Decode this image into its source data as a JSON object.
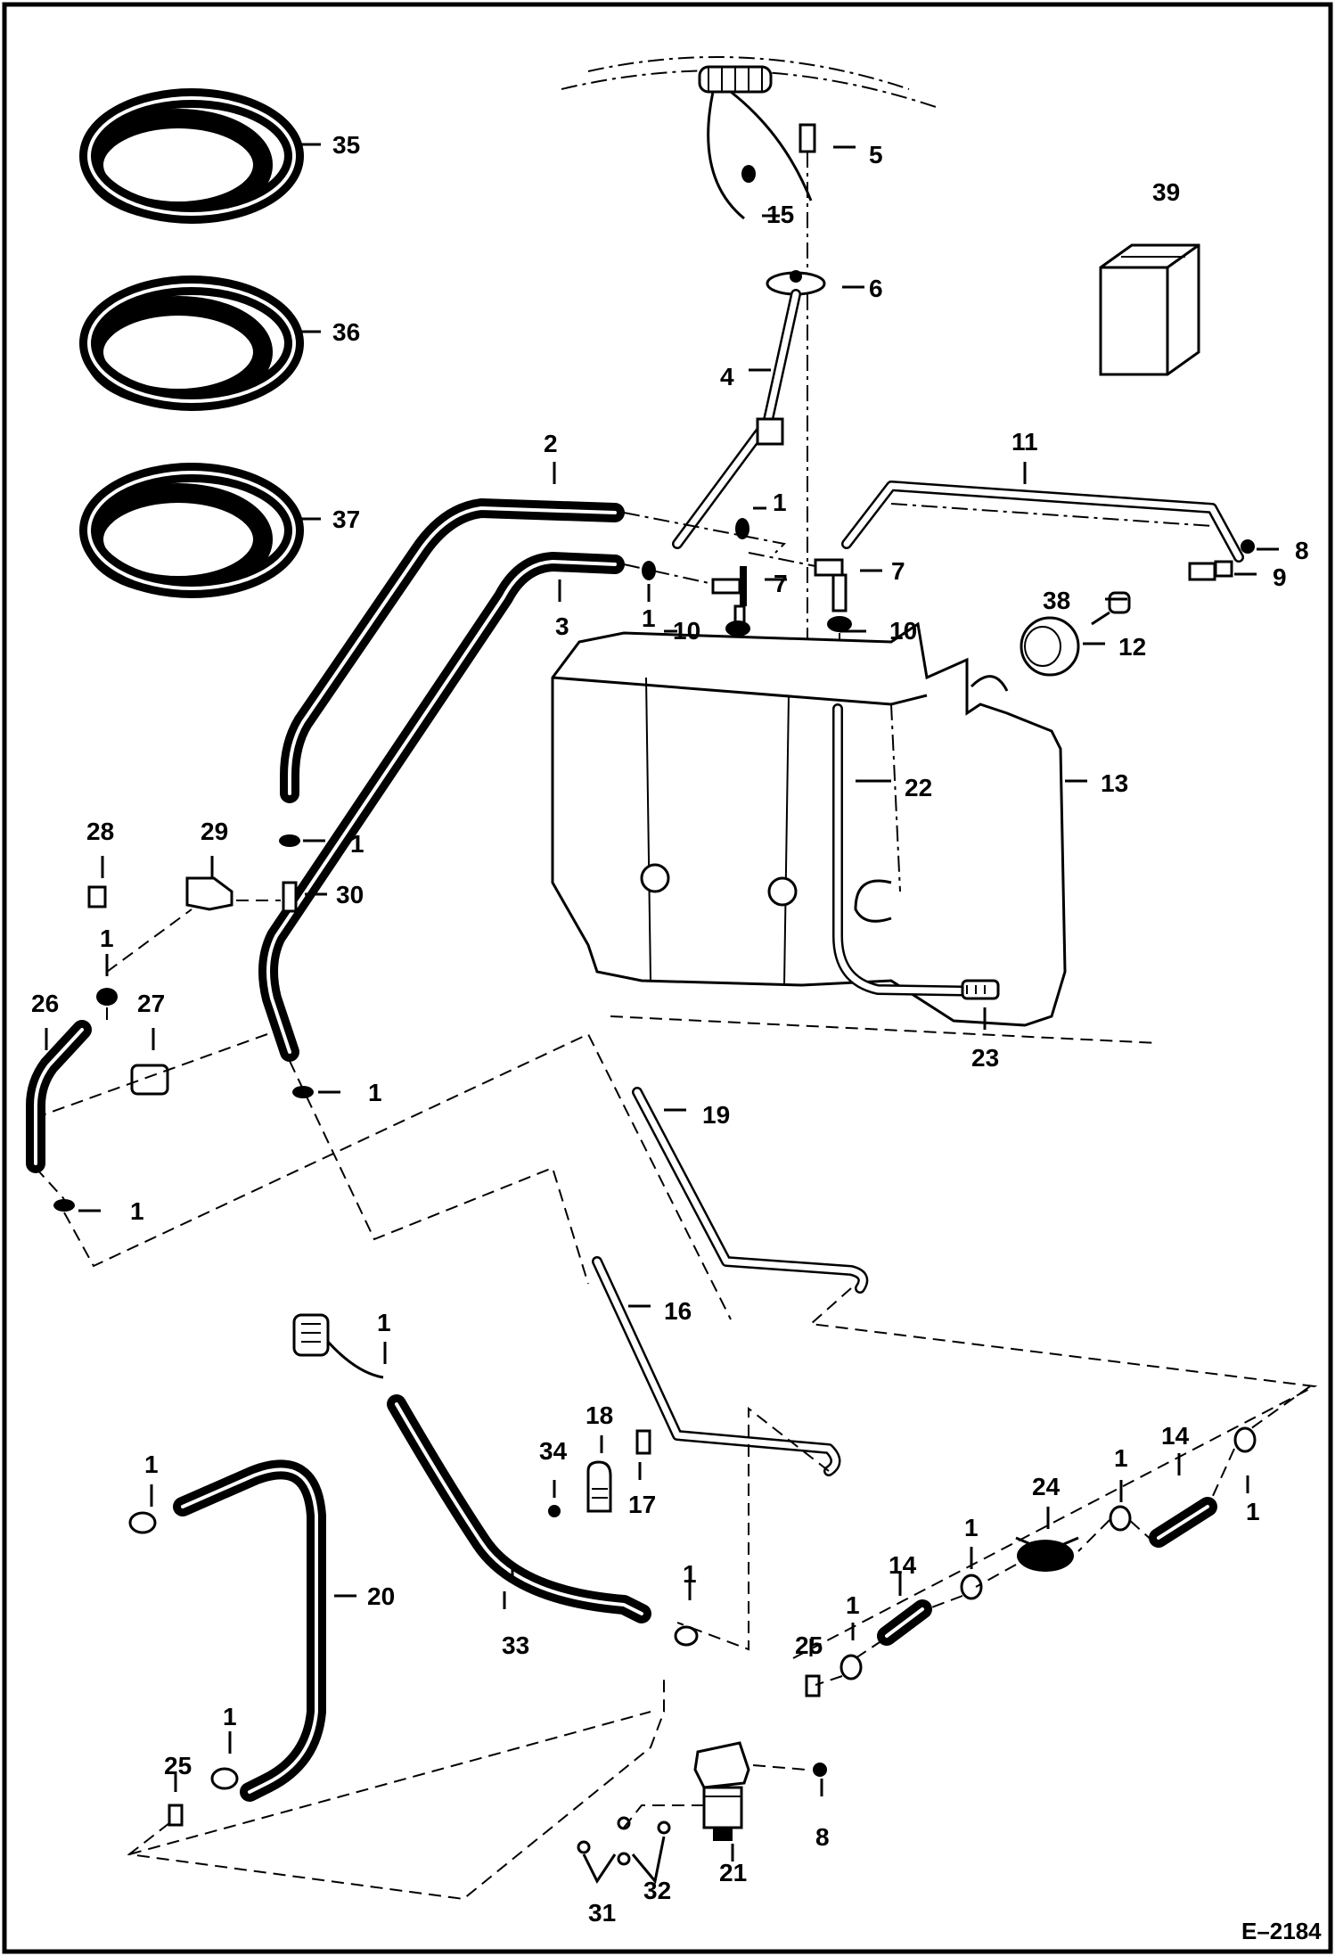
{
  "drawing_id": "E–2184",
  "callouts": {
    "c35": "35",
    "c36": "36",
    "c37": "37",
    "c39": "39",
    "c5": "5",
    "c15": "15",
    "c6": "6",
    "c4": "4",
    "c2": "2",
    "c11": "11",
    "c1_a": "1",
    "c8_a": "8",
    "c9": "9",
    "c7_a": "7",
    "c7_b": "7",
    "c3": "3",
    "c1_b": "1",
    "c10_a": "10",
    "c10_b": "10",
    "c38": "38",
    "c12": "12",
    "c22": "22",
    "c13": "13",
    "c28": "28",
    "c29": "29",
    "c1_c": "1",
    "c30": "30",
    "c1_d": "1",
    "c26": "26",
    "c27": "27",
    "c23": "23",
    "c1_e": "1",
    "c19": "19",
    "c1_f": "1",
    "c16": "16",
    "c1_g": "1",
    "c18": "18",
    "c34": "34",
    "c17": "17",
    "c1_h": "1",
    "c20": "20",
    "c33": "33",
    "c1_i": "1",
    "c24": "24",
    "c1_j": "1",
    "c14_a": "14",
    "c1_k": "1",
    "c1_l": "1",
    "c14_b": "14",
    "c1_m": "1",
    "c25_a": "25",
    "c1_n": "1",
    "c25_b": "25",
    "c8_b": "8",
    "c21": "21",
    "c31": "31",
    "c32": "32"
  }
}
